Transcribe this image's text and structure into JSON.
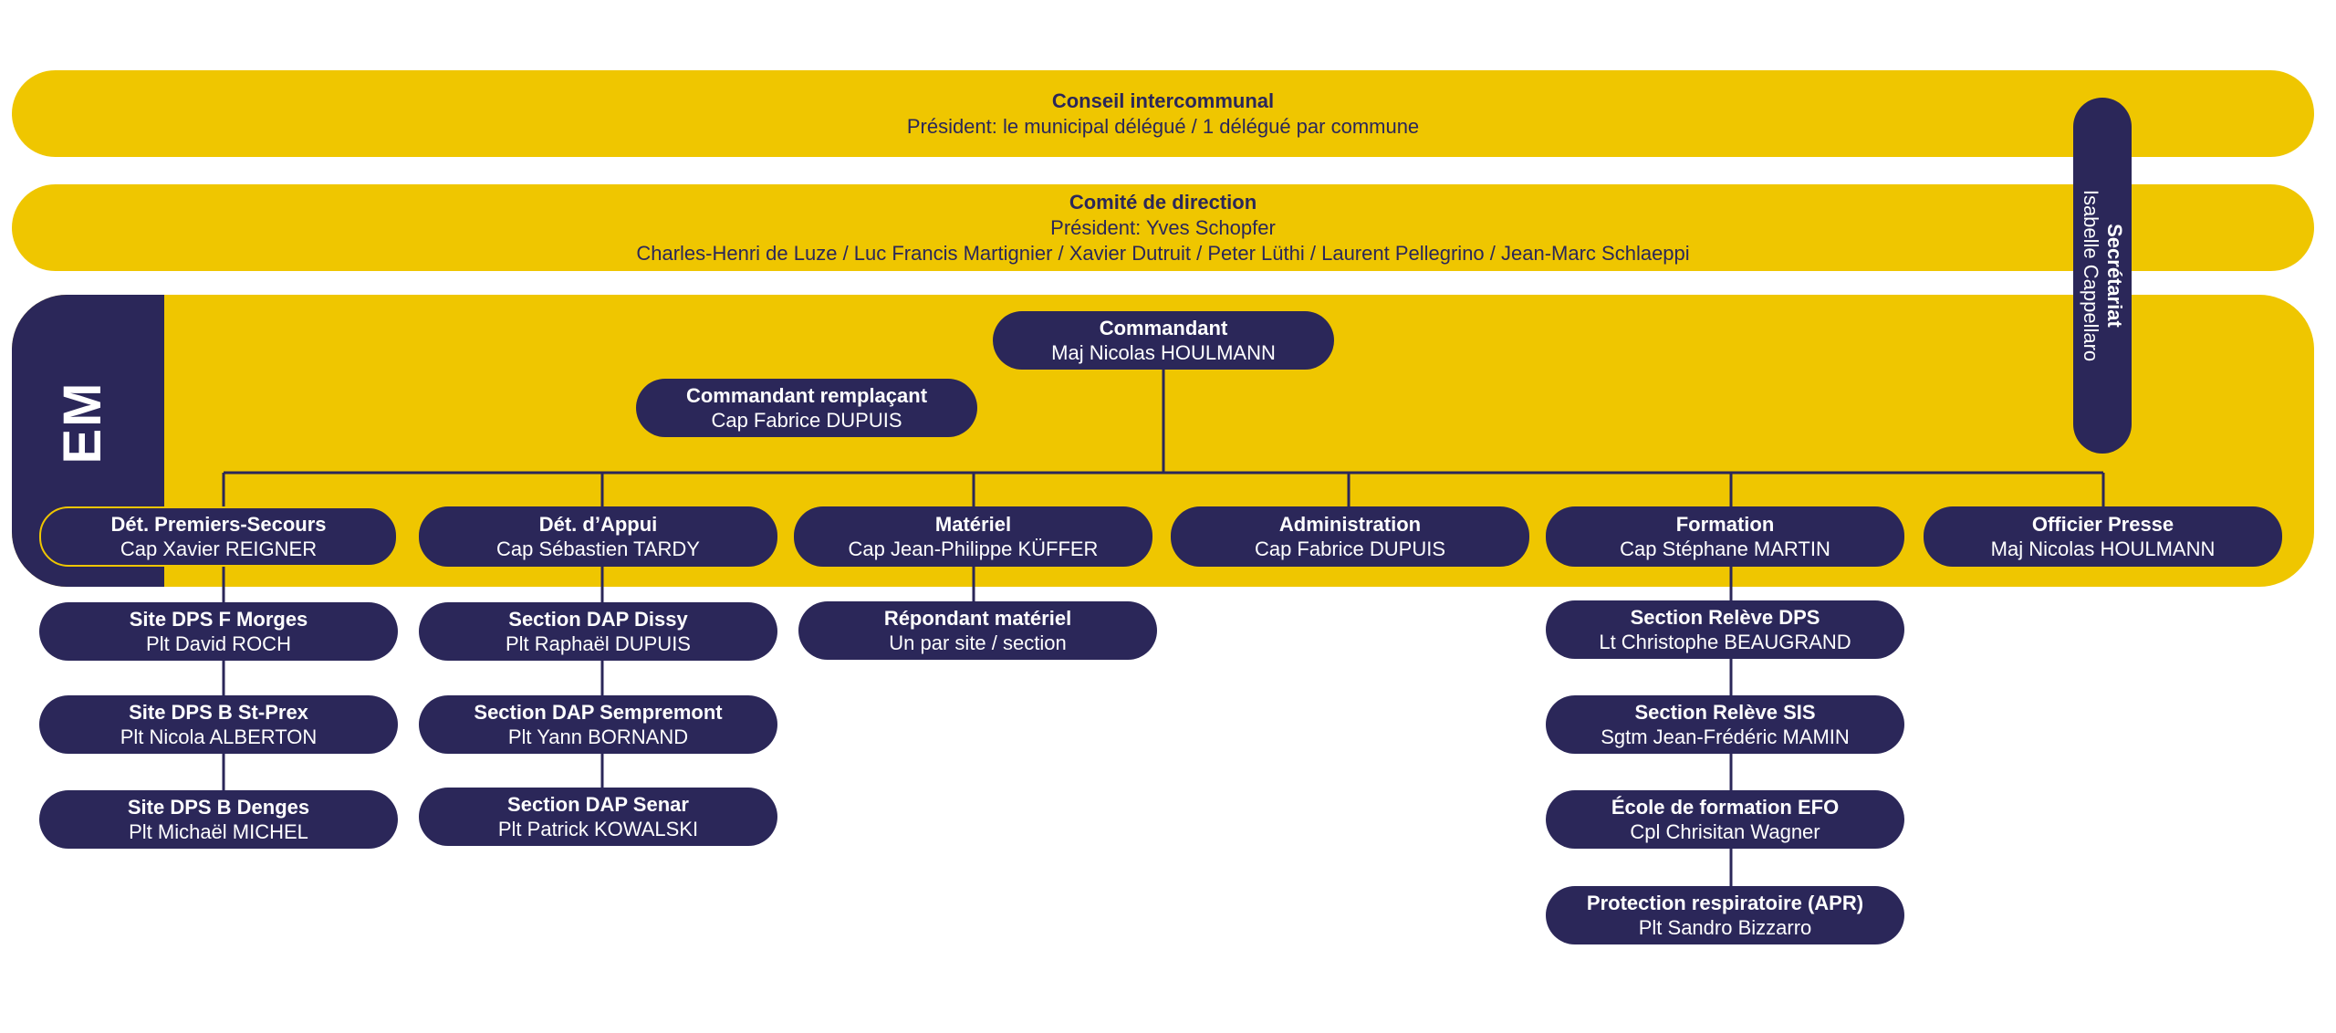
{
  "colors": {
    "accent_yellow": "#efc600",
    "navy": "#2b2759",
    "text_light": "#ffffff"
  },
  "conseil": {
    "title": "Conseil intercommunal",
    "subtitle": "Président: le municipal délégué / 1 délégué par commune"
  },
  "comite": {
    "title": "Comité de direction",
    "president": "Président: Yves Schopfer",
    "members": "Charles-Henri de Luze / Luc Francis Martignier / Xavier Dutruit / Peter Lüthi / Laurent Pellegrino / Jean-Marc Schlaeppi"
  },
  "secretariat": {
    "title": "Secrétariat",
    "name": "Isabelle Cappellaro"
  },
  "em": {
    "label": "EM"
  },
  "commandant": {
    "title": "Commandant",
    "name": "Maj Nicolas HOULMANN"
  },
  "commandant_remplacant": {
    "title": "Commandant remplaçant",
    "name": "Cap Fabrice DUPUIS"
  },
  "departments": [
    {
      "title": "Dét. Premiers-Secours",
      "name": "Cap Xavier REIGNER",
      "children": [
        {
          "title": "Site DPS F Morges",
          "name": "Plt David ROCH"
        },
        {
          "title": "Site DPS B St-Prex",
          "name": "Plt Nicola ALBERTON"
        },
        {
          "title": "Site DPS B Denges",
          "name": "Plt Michaël MICHEL"
        }
      ]
    },
    {
      "title": "Dét. d’Appui",
      "name": "Cap Sébastien TARDY",
      "children": [
        {
          "title": "Section DAP Dissy",
          "name": "Plt Raphaël DUPUIS"
        },
        {
          "title": "Section DAP Sempremont",
          "name": "Plt Yann BORNAND"
        },
        {
          "title": "Section DAP Senar",
          "name": "Plt Patrick KOWALSKI"
        }
      ]
    },
    {
      "title": "Matériel",
      "name": "Cap Jean-Philippe KÜFFER",
      "children": [
        {
          "title": "Répondant matériel",
          "name": "Un par site / section"
        }
      ]
    },
    {
      "title": "Administration",
      "name": "Cap Fabrice DUPUIS",
      "children": []
    },
    {
      "title": "Formation",
      "name": "Cap Stéphane MARTIN",
      "children": [
        {
          "title": "Section Relève DPS",
          "name": "Lt Christophe BEAUGRAND"
        },
        {
          "title": "Section Relève SIS",
          "name": "Sgtm Jean-Frédéric MAMIN"
        },
        {
          "title": "École de formation EFO",
          "name": "Cpl Chrisitan Wagner"
        },
        {
          "title": "Protection respiratoire (APR)",
          "name": "Plt Sandro Bizzarro"
        }
      ]
    },
    {
      "title": "Officier Presse",
      "name": "Maj Nicolas HOULMANN",
      "children": []
    }
  ]
}
